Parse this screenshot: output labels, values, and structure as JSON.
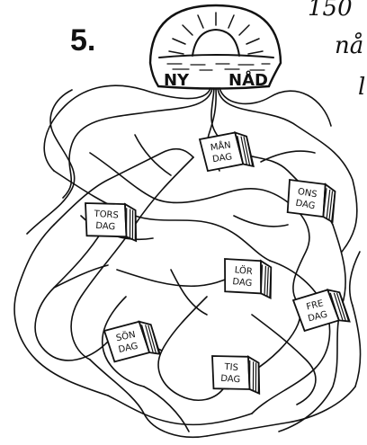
{
  "number": "5.",
  "cut_text": [
    "150",
    "nå",
    "l"
  ],
  "sun_labels": {
    "left": "NY",
    "right": "NÅD"
  },
  "days": {
    "man": [
      "MÅN",
      "DAG"
    ],
    "ons": [
      "ONS",
      "DAG"
    ],
    "tors": [
      "TORS",
      "DAG"
    ],
    "lor": [
      "LÖR",
      "DAG"
    ],
    "fre": [
      "FRE",
      "DAG"
    ],
    "son": [
      "SÖN",
      "DAG"
    ],
    "tis": [
      "TIS",
      "DAG"
    ]
  }
}
